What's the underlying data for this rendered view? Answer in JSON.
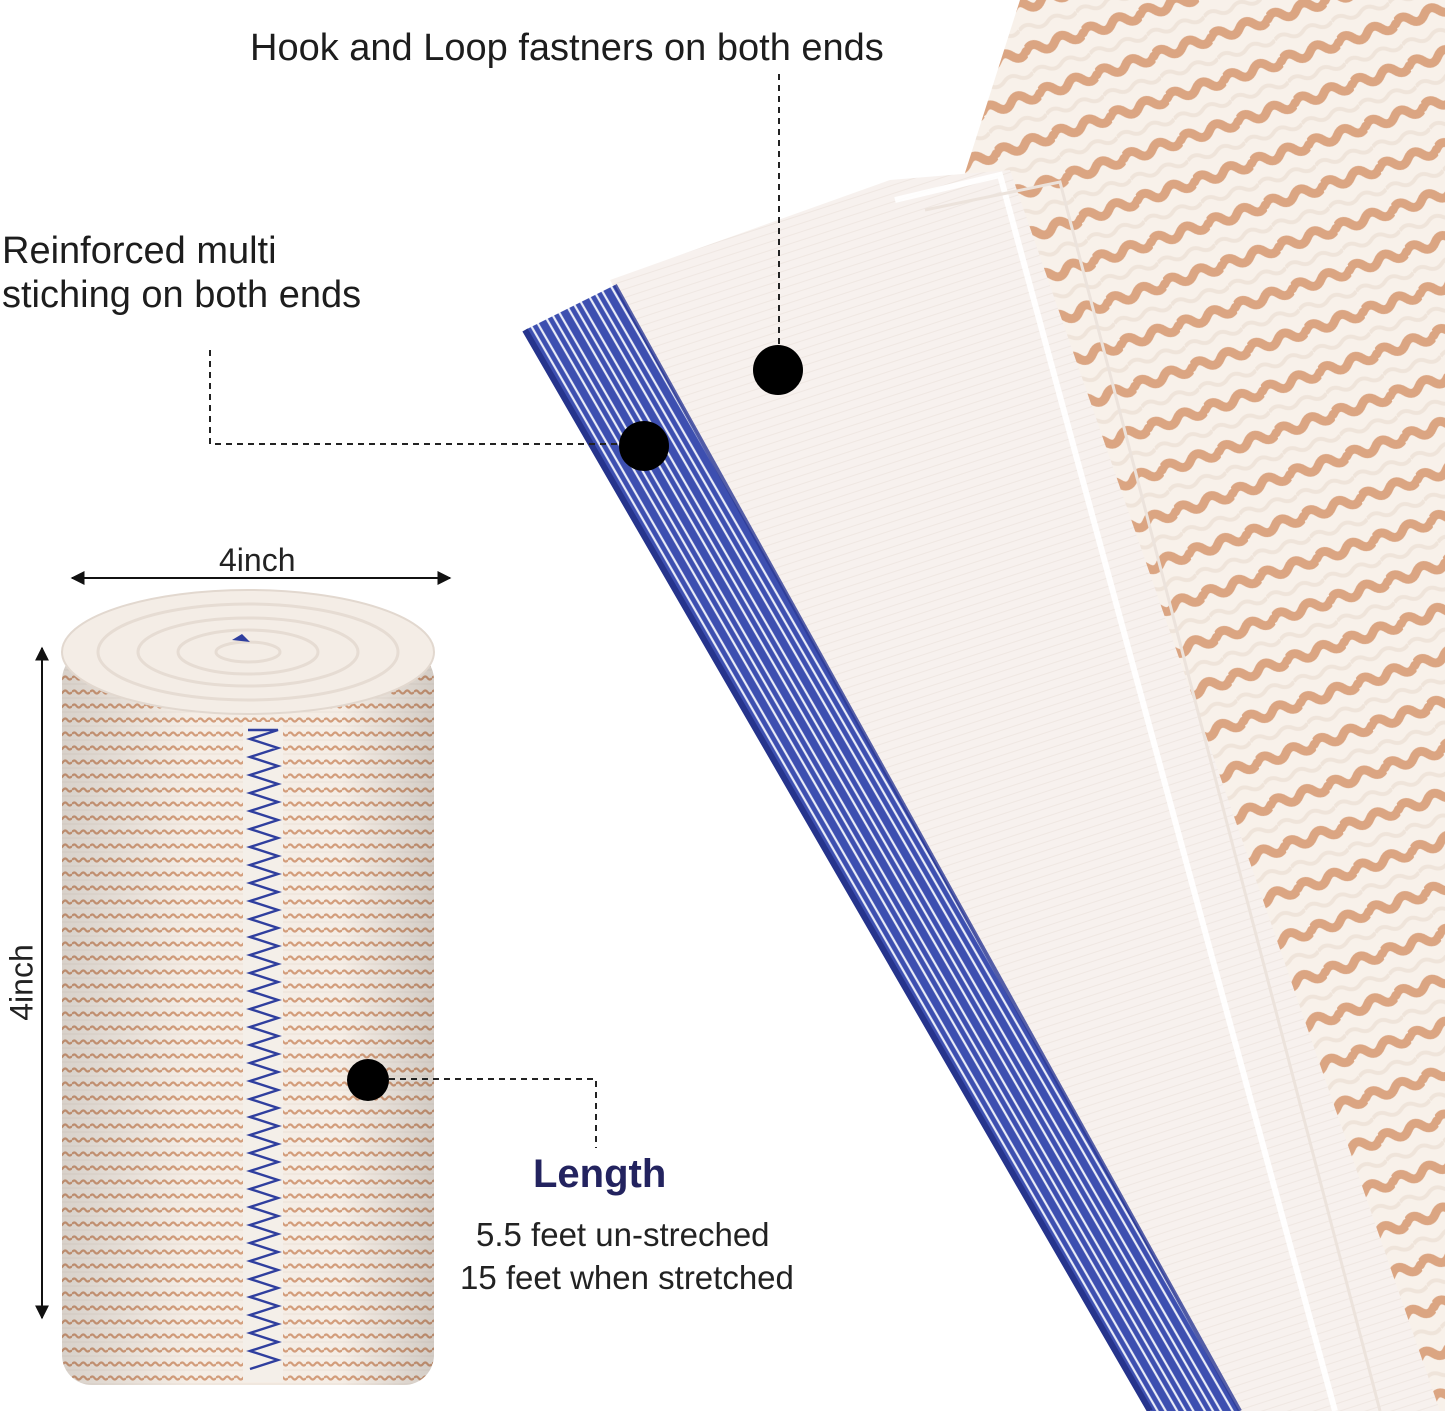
{
  "callouts": {
    "hook_loop": "Hook and Loop fastners on both ends",
    "stitching_line1": "Reinforced multi",
    "stitching_line2": "stiching on both ends"
  },
  "dimensions": {
    "width": "4inch",
    "height": "4inch"
  },
  "length": {
    "title": "Length",
    "unstretched": "5.5 feet un-streched",
    "stretched": "15 feet when stretched"
  },
  "colors": {
    "stitch_blue": "#2f3e9e",
    "weave_tan": "#d9a27e",
    "fabric_white": "#f7f1ec",
    "length_title": "#23235f"
  }
}
